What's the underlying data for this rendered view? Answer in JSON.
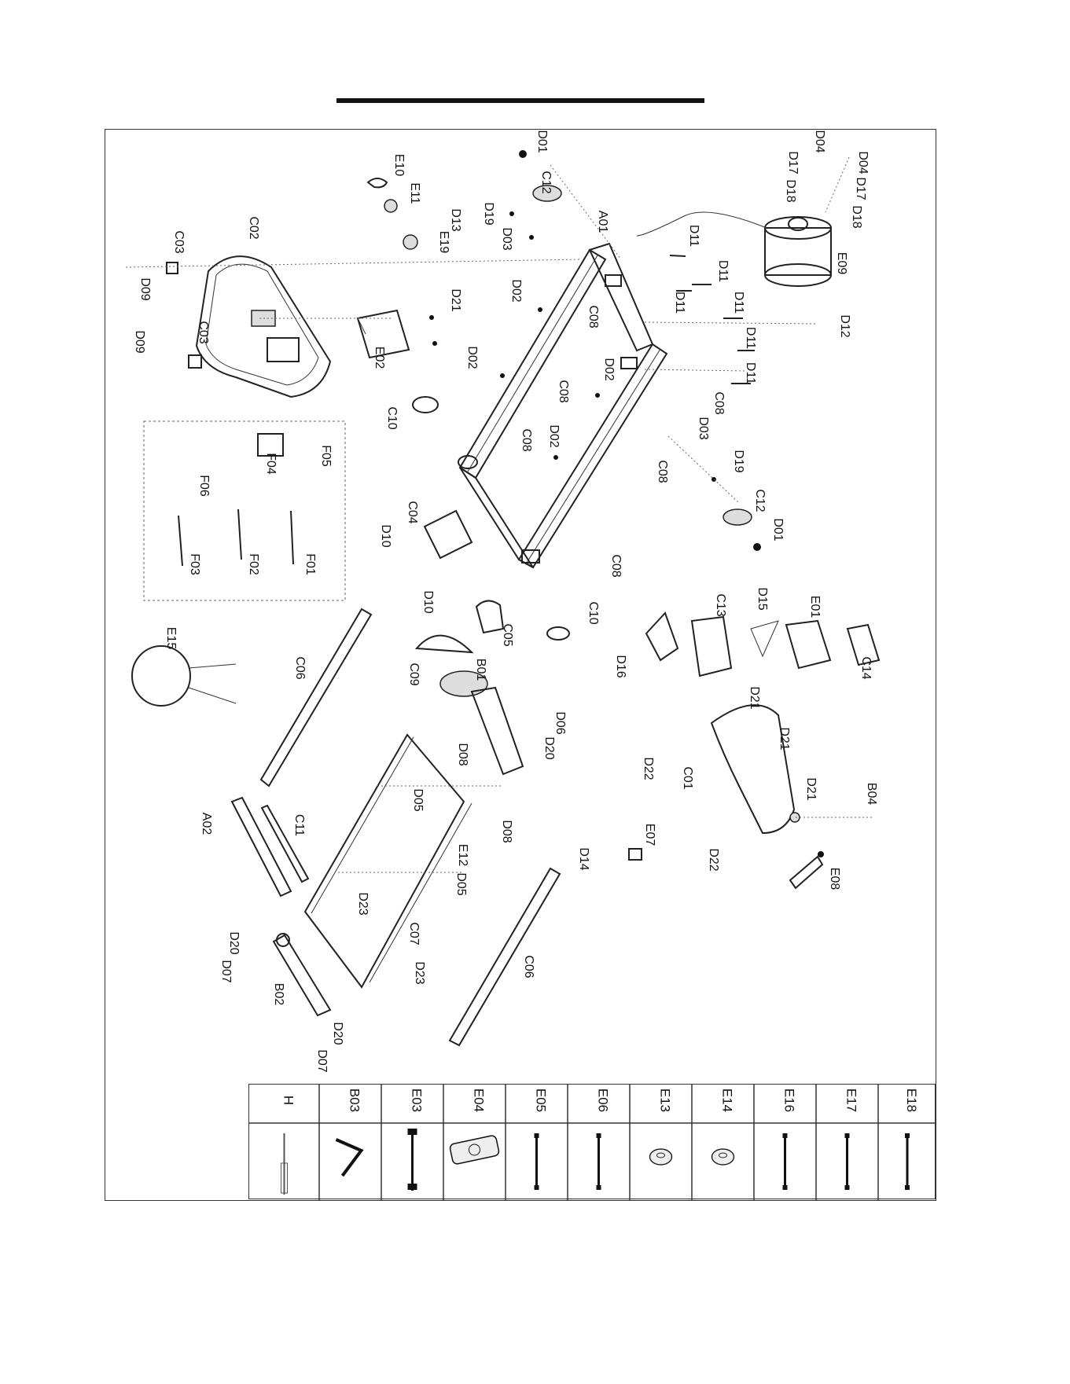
{
  "labels": {
    "D01_top": "D01",
    "C12_top": "C12",
    "D19_top": "D19",
    "D03_top": "D03",
    "A01": "A01",
    "D04a": "D04",
    "D04b": "D04",
    "D17a": "D17",
    "D17b": "D17",
    "D18a": "D18",
    "D18b": "D18",
    "E09": "E09",
    "E10": "E10",
    "E11": "E11",
    "D13": "D13",
    "E19": "E19",
    "C02": "C02",
    "C03a": "C03",
    "C03b": "C03",
    "D09a": "D09",
    "D09b": "D09",
    "D21_top": "D21",
    "E02": "E02",
    "D02a": "D02",
    "D02b": "D02",
    "D02c": "D02",
    "D02d": "D02",
    "D11a": "D11",
    "D11b": "D11",
    "D11c": "D11",
    "D11d": "D11",
    "D11e": "D11",
    "D11f": "D11",
    "D12": "D12",
    "C08a": "C08",
    "C08b": "C08",
    "C08c": "C08",
    "C08d": "C08",
    "C08e": "C08",
    "C08f": "C08",
    "C10a": "C10",
    "C10b": "C10",
    "D03_mid": "D03",
    "D19_mid": "D19",
    "C12_mid": "C12",
    "D01_mid": "D01",
    "F04": "F04",
    "F05": "F05",
    "F06": "F06",
    "F03": "F03",
    "F02": "F02",
    "F01": "F01",
    "C04": "C04",
    "D10a": "D10",
    "D10b": "D10",
    "C05": "C05",
    "C09": "C09",
    "B01": "B01",
    "E15": "E15",
    "C06a": "C06",
    "C06b": "C06",
    "D06": "D06",
    "D20a": "D20",
    "D20b": "D20",
    "D20c": "D20",
    "D08a": "D08",
    "D08b": "D08",
    "D05a": "D05",
    "D05b": "D05",
    "A02": "A02",
    "C11": "C11",
    "E12": "E12",
    "D23a": "D23",
    "D23b": "D23",
    "C07": "C07",
    "D07a": "D07",
    "D07b": "D07",
    "B02": "B02",
    "C13": "C13",
    "D15": "D15",
    "E01": "E01",
    "D16": "D16",
    "C14": "C14",
    "D21a": "D21",
    "D21b": "D21",
    "D21c": "D21",
    "D22a": "D22",
    "D22b": "D22",
    "C01": "C01",
    "B04": "B04",
    "E07": "E07",
    "D14": "D14",
    "E08": "E08"
  },
  "parts_table": {
    "headers": [
      "H",
      "B03",
      "E03",
      "E04",
      "E05",
      "E06",
      "E13",
      "E14",
      "E16",
      "E17",
      "E18"
    ],
    "icons": [
      "screwdriver-icon",
      "allen-key-icon",
      "long-bolt-icon",
      "remote-control-icon",
      "wire-icon",
      "wire-icon",
      "washer-icon",
      "washer-icon",
      "wire-icon",
      "wire-icon",
      "wire-icon"
    ]
  }
}
